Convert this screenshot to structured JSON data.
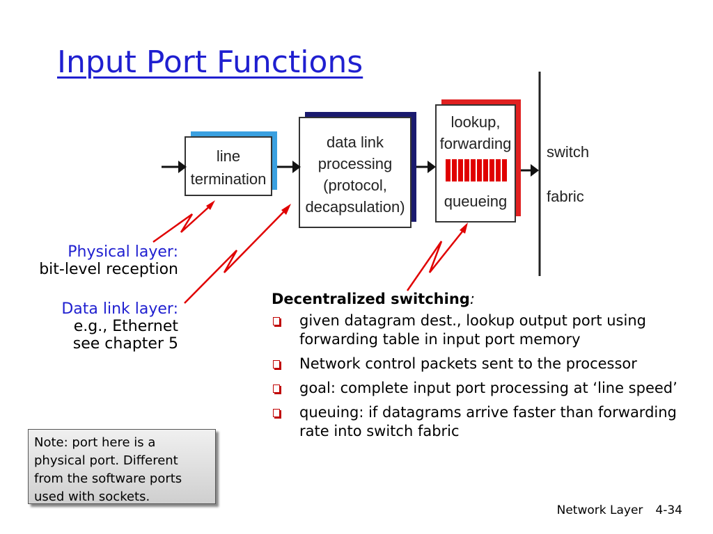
{
  "title": "Input Port Functions",
  "diagram": {
    "boxes": [
      {
        "id": "line-termination",
        "lines": [
          "line",
          "termination"
        ]
      },
      {
        "id": "data-link-processing",
        "lines": [
          "data link",
          "processing",
          "(protocol,",
          "decapsulation)"
        ]
      },
      {
        "id": "lookup-forwarding-queueing",
        "lines": [
          "lookup,",
          "forwarding"
        ],
        "bottom": "queueing"
      }
    ],
    "switch_fabric": [
      "switch",
      "fabric"
    ]
  },
  "layers": {
    "physical": {
      "heading": "Physical layer:",
      "body": [
        "bit-level reception"
      ]
    },
    "datalink": {
      "heading": "Data link layer:",
      "body": [
        "e.g., Ethernet",
        "see chapter 5"
      ]
    }
  },
  "bullets": {
    "heading": "Decentralized switching",
    "heading_suffix": ":",
    "items": [
      "given datagram dest., lookup output port using forwarding table in input port memory",
      "Network control packets sent to the processor",
      "goal: complete input port processing at ‘line speed’",
      "queuing: if datagrams arrive faster than forwarding rate into switch fabric"
    ]
  },
  "note": "Note:  port here is a physical port.  Different from the software ports used with sockets.",
  "footer": {
    "section": "Network Layer",
    "page": "4-34"
  },
  "colors": {
    "title": "#1f1fd0",
    "accent_red": "#e00000",
    "blue_shadow": "#3aa0e0",
    "navy_shadow": "#1a1a6e",
    "red_shadow": "#e02020"
  }
}
